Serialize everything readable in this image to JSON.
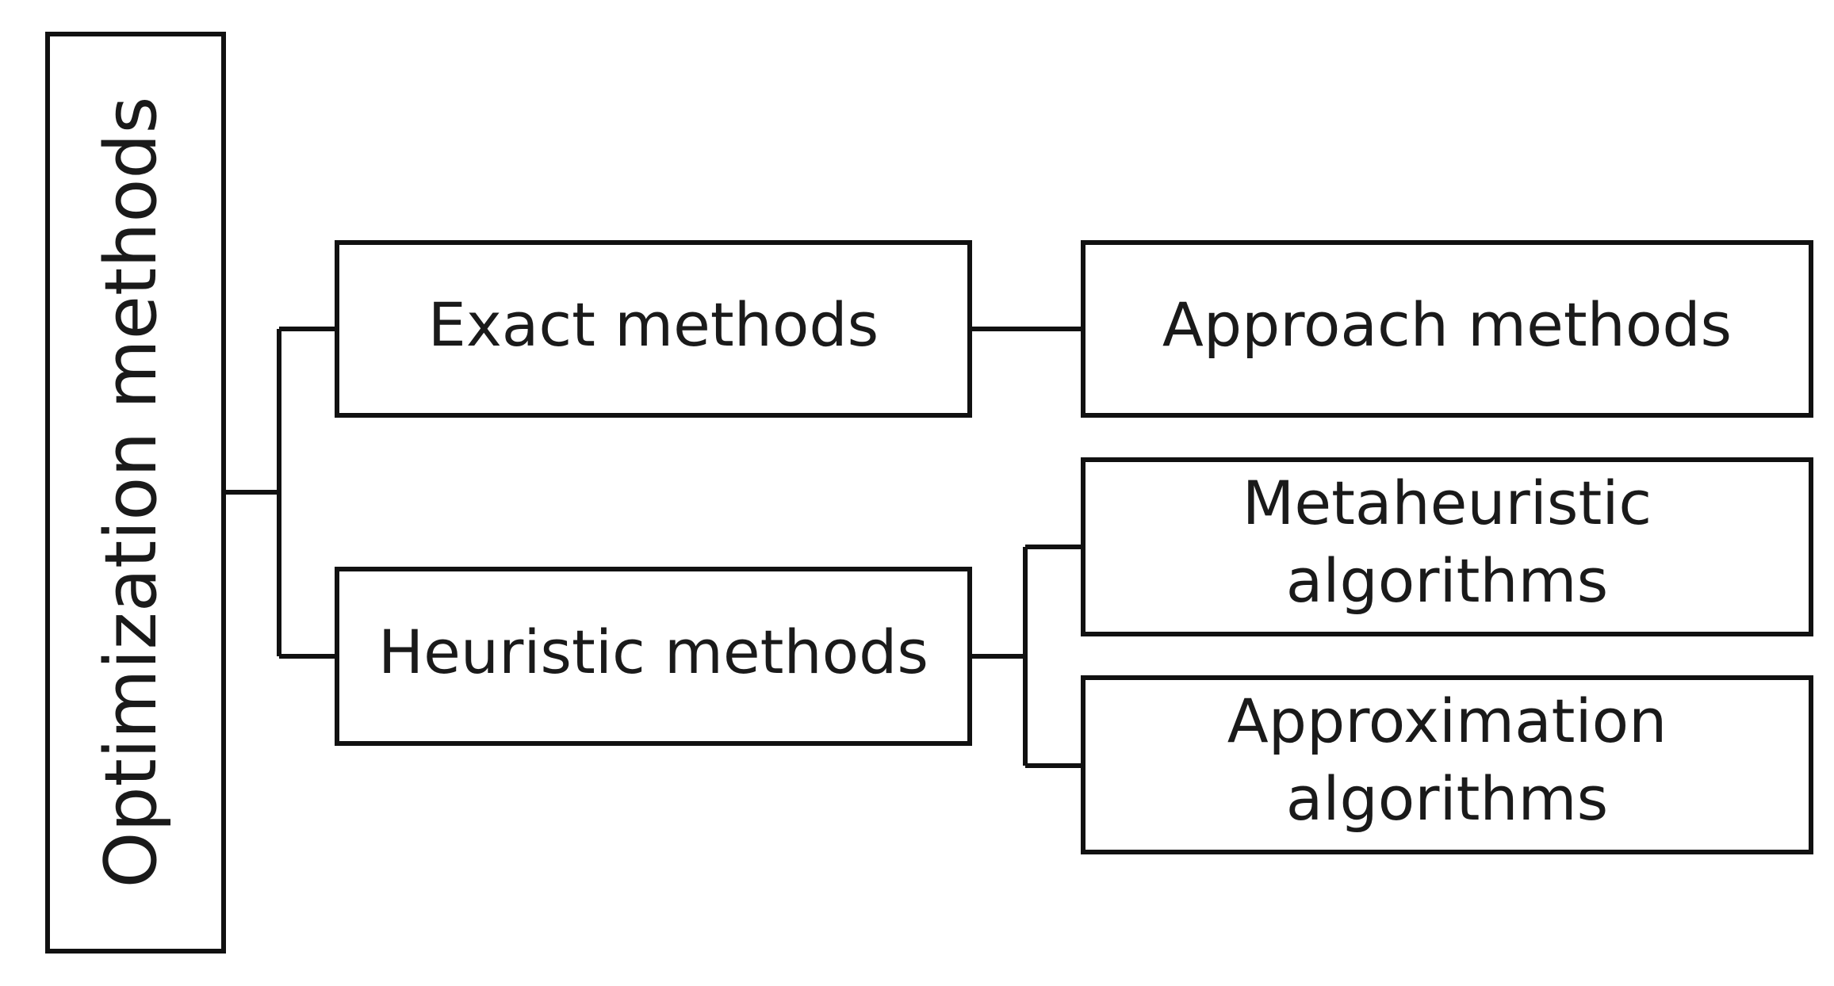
{
  "root": {
    "label": "Optimization methods"
  },
  "level1": {
    "exact": "Exact methods",
    "heuristic": "Heuristic methods"
  },
  "level2": {
    "approach": "Approach methods",
    "metaheuristic_line1": "Metaheuristic",
    "metaheuristic_line2": "algorithms",
    "approximation_line1": "Approximation",
    "approximation_line2": "algorithms"
  }
}
